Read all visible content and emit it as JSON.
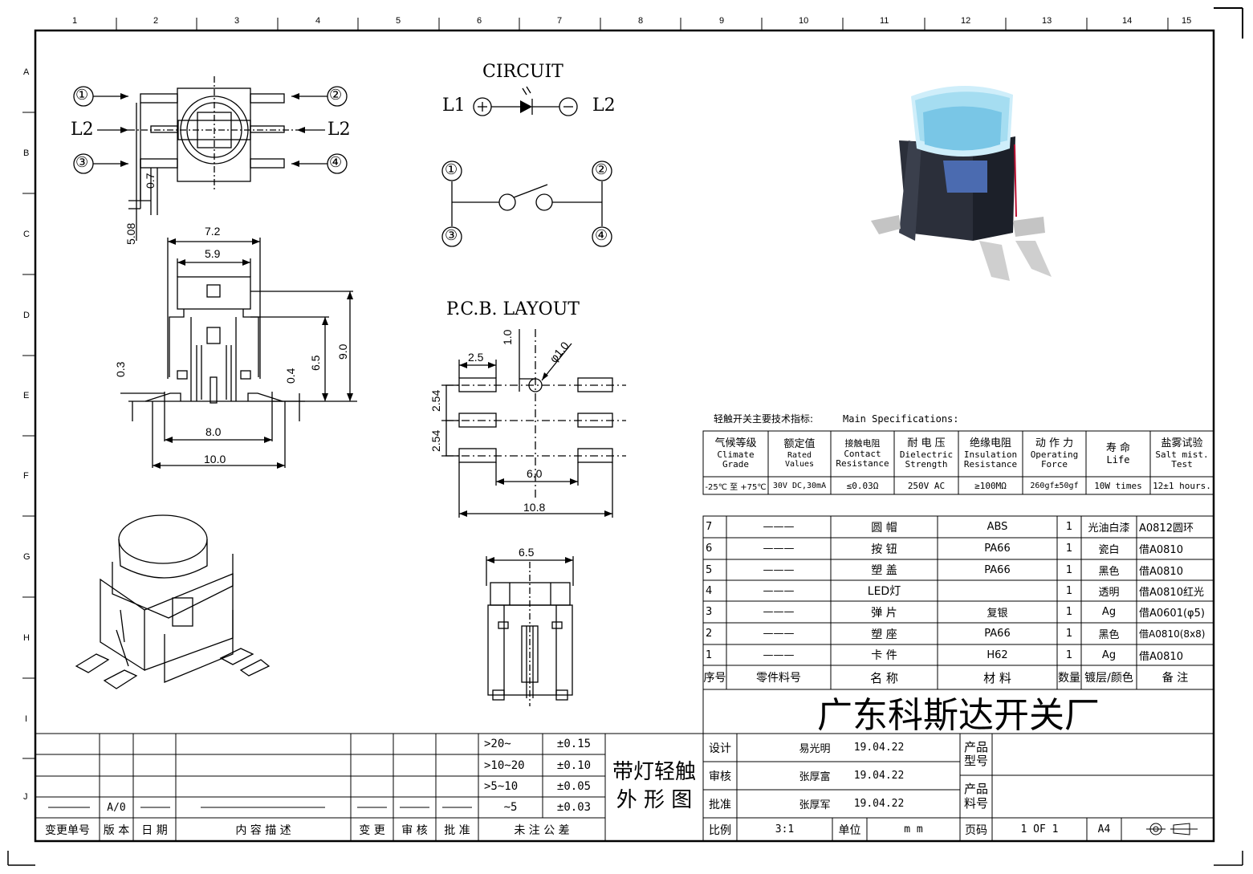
{
  "grid": {
    "columns": [
      "1",
      "2",
      "3",
      "4",
      "5",
      "6",
      "7",
      "8",
      "9",
      "10",
      "11",
      "12",
      "13",
      "14",
      "15"
    ],
    "rows": [
      "A",
      "B",
      "C",
      "D",
      "E",
      "F",
      "G",
      "H",
      "I",
      "J"
    ]
  },
  "circuit": {
    "title": "CIRCUIT",
    "l1": "L1",
    "l2": "L2",
    "pins": [
      "①",
      "②",
      "③",
      "④"
    ]
  },
  "top_view": {
    "pins": [
      "①",
      "②",
      "③",
      "④"
    ],
    "l2_left": "L2",
    "l2_right": "L2",
    "dims": {
      "pin_width": "0.7",
      "pitch": "5.08"
    }
  },
  "side_view": {
    "dims": {
      "top_outer": "7.2",
      "top_inner": "5.9",
      "height_total": "9.0",
      "height_body": "6.5",
      "gap_left": "0.3",
      "gap_right": "0.4",
      "base_inner": "8.0",
      "base_outer": "10.0"
    }
  },
  "pcb_layout": {
    "title": "P.C.B. LAYOUT",
    "dims": {
      "pad_w": "2.5",
      "pad_dia": "1.0",
      "hole": "φ1.0",
      "pitch1": "2.54",
      "pitch2": "2.54",
      "inner": "6.0",
      "outer": "10.8"
    }
  },
  "front_view": {
    "dims": {
      "width": "6.5"
    }
  },
  "specs": {
    "title_cn": "轻触开关主要技术指标:",
    "title_en": "Main Specifications:",
    "headers": [
      {
        "cn": "气候等级",
        "en1": "Climate",
        "en2": "Grade"
      },
      {
        "cn": "额定值",
        "en1": "Rated",
        "en2": "Values"
      },
      {
        "cn": "接触电阻",
        "en1": "Contact",
        "en2": "Resistance"
      },
      {
        "cn": "耐 电 压",
        "en1": "Dielectric",
        "en2": "Strength"
      },
      {
        "cn": "绝缘电阻",
        "en1": "Insulation",
        "en2": "Resistance"
      },
      {
        "cn": "动 作 力",
        "en1": "Operating",
        "en2": "Force"
      },
      {
        "cn": "寿  命",
        "en1": "Life",
        "en2": ""
      },
      {
        "cn": "盐雾试验",
        "en1": "Salt mist.",
        "en2": "Test"
      }
    ],
    "values": [
      "-25℃ 至 +75℃",
      "30V DC,30mA",
      "≤0.03Ω",
      "250V AC",
      "≥100MΩ",
      "260gf±50gf",
      "10W times",
      "12±1 hours."
    ]
  },
  "bom": {
    "rows": [
      {
        "no": "7",
        "part": "———",
        "name": "圆  帽",
        "material": "ABS",
        "qty": "1",
        "finish": "光油白漆",
        "remark": "A0812圆环"
      },
      {
        "no": "6",
        "part": "———",
        "name": "按  钮",
        "material": "PA66",
        "qty": "1",
        "finish": "瓷白",
        "remark": "借A0810"
      },
      {
        "no": "5",
        "part": "———",
        "name": "塑  盖",
        "material": "PA66",
        "qty": "1",
        "finish": "黑色",
        "remark": "借A0810"
      },
      {
        "no": "4",
        "part": "———",
        "name": "LED灯",
        "material": "",
        "qty": "1",
        "finish": "透明",
        "remark": "借A0810红光"
      },
      {
        "no": "3",
        "part": "———",
        "name": "弹  片",
        "material": "复银",
        "qty": "1",
        "finish": "Ag",
        "remark": "借A0601(φ5)"
      },
      {
        "no": "2",
        "part": "———",
        "name": "塑  座",
        "material": "PA66",
        "qty": "1",
        "finish": "黑色",
        "remark": "借A0810(8x8)"
      },
      {
        "no": "1",
        "part": "———",
        "name": "卡  件",
        "material": "H62",
        "qty": "1",
        "finish": "Ag",
        "remark": "借A0810"
      }
    ],
    "header": {
      "no": "序号",
      "part": "零件料号",
      "name": "名  称",
      "material": "材  料",
      "qty": "数量",
      "finish": "镀层/颜色",
      "remark": "备  注"
    }
  },
  "company": "广东科斯达开关厂",
  "title_block": {
    "design_label": "设计",
    "designer": "易光明",
    "design_date": "19.04.22",
    "check_label": "审核",
    "checker": "张厚富",
    "check_date": "19.04.22",
    "approve_label": "批准",
    "approver": "张厚军",
    "approve_date": "19.04.22",
    "model_label1": "产品",
    "model_label2": "型号",
    "code_label1": "产品",
    "code_label2": "料号",
    "scale_label": "比例",
    "scale": "3:1",
    "unit_label": "单位",
    "unit": "m m",
    "page_label": "页码",
    "page": "1 OF 1",
    "size": "A4",
    "product_name1": "带灯轻触",
    "product_name2": "外 形 图"
  },
  "tolerance": {
    "rows": [
      {
        "range": ">20~",
        "tol": "±0.15"
      },
      {
        "range": ">10~20",
        "tol": "±0.10"
      },
      {
        "range": ">5~10",
        "tol": "±0.05"
      },
      {
        "range": "~5",
        "tol": "±0.03"
      }
    ],
    "label": "未 注 公 差"
  },
  "revision": {
    "headers": [
      "变更单号",
      "版 本",
      "日 期",
      "内 容 描 述",
      "变 更",
      "审 核",
      "批 准"
    ],
    "version": "A/0"
  }
}
